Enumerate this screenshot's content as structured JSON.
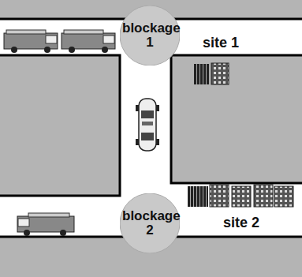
{
  "diagram": {
    "nodes": [
      {
        "text": [
          "blockage 1"
        ]
      },
      {
        "text": [
          "blockage 2"
        ]
      }
    ],
    "labels": [
      "site 1",
      "site 2"
    ]
  }
}
